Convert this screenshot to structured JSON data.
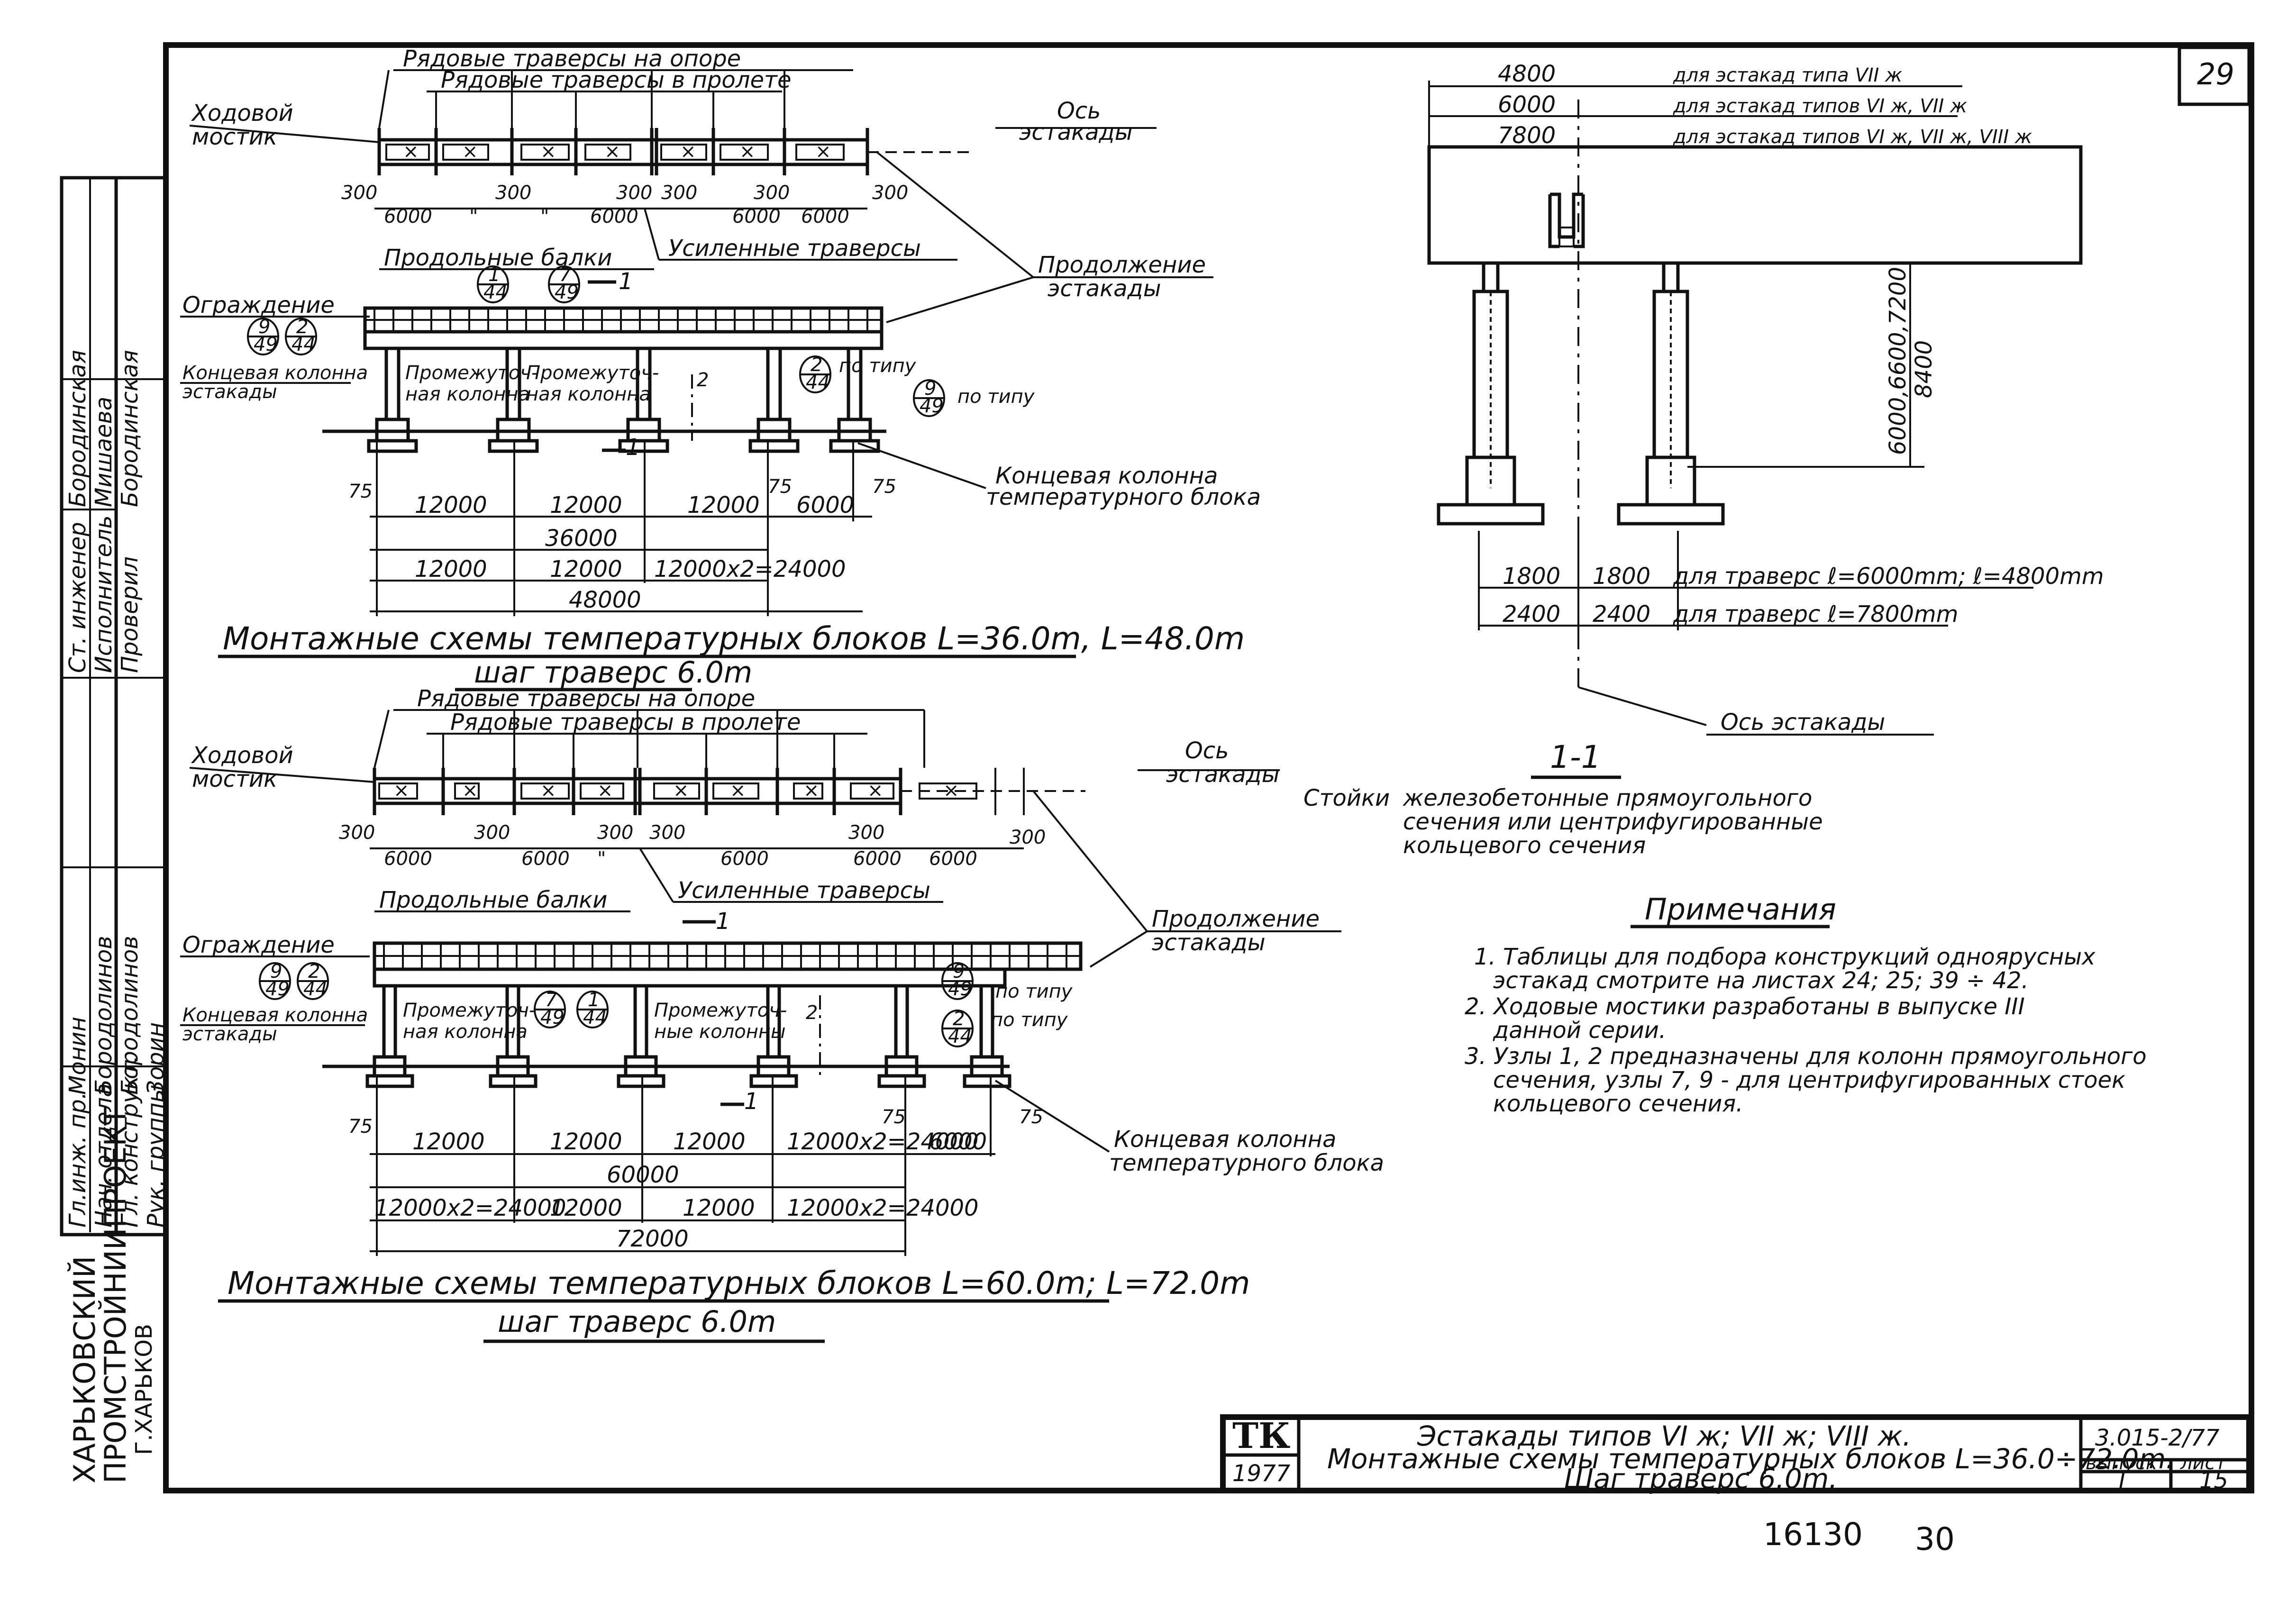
{
  "sheet": {
    "number": "29"
  },
  "side_block": {
    "org_line1": "ХАРЬКОВСКИЙ",
    "org_line2": "ПРОМСТРОЙНИИПРОЕКТ",
    "org_city": "Г.ХАРЬКОВ",
    "rows": [
      {
        "role": "Гл.инж. пр.",
        "name": "Монин"
      },
      {
        "role": "Нач. отдела",
        "name": "Бородолинов"
      },
      {
        "role": "Гл. конструкт.",
        "name": "Бородолинов"
      },
      {
        "role": "Рук. группы",
        "name": "Зорин"
      },
      {
        "role": "Ст. инженер",
        "name": "Бородинская"
      },
      {
        "role": "Исполнитель",
        "name": "Мишаева"
      },
      {
        "role": "Проверил",
        "name": "Бородинская"
      }
    ]
  },
  "diagram1": {
    "label_row_on_support": "Рядовые траверсы на опоре",
    "label_row_in_span": "Рядовые траверсы в пролете",
    "label_walkway": "Ходовой",
    "label_walkway2": "мостик",
    "label_axis": "Ось",
    "label_axis2": "эстакады",
    "label_reinforced": "Усиленные траверсы",
    "label_long_beams": "Продольные балки",
    "label_fence": "Ограждение",
    "label_continuation": "Продолжение",
    "label_continuation2": "эстакады",
    "label_end_column": "Концевая колонна",
    "label_end_column2": "эстакады",
    "label_intermediate": "Промежуточ-",
    "label_intermediate2": "ная колонна",
    "label_by_type": "по типу",
    "label_end_temp_col": "Концевая колонна",
    "label_end_temp_col2": "температурного блока",
    "dims_top": [
      "300",
      "6000",
      "300",
      "300",
      "300",
      "6000",
      "300",
      "6000",
      "300",
      "\"",
      "\""
    ],
    "dims_cols": [
      "12000",
      "12000",
      "12000",
      "6000"
    ],
    "dims_edge": [
      "75",
      "75",
      "75"
    ],
    "total_36": "36000",
    "dims_row48": [
      "12000",
      "12000",
      "12000x2=24000"
    ],
    "total_48": "48000",
    "circle_refs": [
      {
        "top": "1",
        "bottom": "44"
      },
      {
        "top": "7",
        "bottom": "49"
      },
      {
        "top": "9",
        "bottom": "49"
      },
      {
        "top": "2",
        "bottom": "44"
      },
      {
        "top": "2",
        "bottom": "44"
      },
      {
        "top": "9",
        "bottom": "49"
      }
    ],
    "section_mark": "1",
    "axis_mark": "2",
    "caption": "Монтажные схемы температурных блоков L=36.0m, L=48.0m",
    "subcaption": "шаг траверс 6.0m"
  },
  "diagram2": {
    "label_row_on_support": "Рядовые траверсы на опоре",
    "label_row_in_span": "Рядовые траверсы в пролете",
    "label_walkway": "Ходовой",
    "label_walkway2": "мостик",
    "label_axis": "Ось",
    "label_axis2": "эстакады",
    "label_reinforced": "Усиленные траверсы",
    "label_long_beams": "Продольные балки",
    "label_fence": "Ограждение",
    "label_continuation": "Продолжение",
    "label_continuation2": "эстакады",
    "label_end_column": "Концевая колонна",
    "label_end_column2": "эстакады",
    "label_intermediate": "Промежуточ-",
    "label_intermediate2": "ная колонна",
    "label_intermediate3": "ные колонны",
    "label_by_type": "по типу",
    "label_by_type2": "по типу",
    "label_end_temp_col": "Концевая колонна",
    "label_end_temp_col2": "температурного блока",
    "dims_top": [
      "300",
      "6000",
      "300",
      "6000",
      "300",
      "300",
      "6000",
      "300",
      "6000",
      "6000",
      "300",
      "\""
    ],
    "dims_cols": [
      "12000",
      "12000",
      "12000",
      "12000x2=24000",
      "6000"
    ],
    "dims_edge": [
      "75",
      "75",
      "75"
    ],
    "total_60": "60000",
    "dims_row72": [
      "12000x2=24000",
      "12000",
      "12000",
      "12000x2=24000"
    ],
    "total_72": "72000",
    "circle_refs": [
      {
        "top": "9",
        "bottom": "49"
      },
      {
        "top": "2",
        "bottom": "44"
      },
      {
        "top": "7",
        "bottom": "49"
      },
      {
        "top": "1",
        "bottom": "44"
      },
      {
        "top": "9",
        "bottom": "49"
      },
      {
        "top": "2",
        "bottom": "44"
      }
    ],
    "section_mark": "1",
    "axis_mark": "2",
    "caption": "Монтажные схемы температурных блоков L=60.0m; L=72.0m",
    "subcaption": "шаг траверс 6.0m"
  },
  "section": {
    "span_rows": [
      {
        "value": "4800",
        "text": "для эстакад типа VII ж"
      },
      {
        "value": "6000",
        "text": "для эстакад типов VI ж, VII ж"
      },
      {
        "value": "7800",
        "text": "для эстакад типов VI ж, VII ж, VIII ж"
      }
    ],
    "heights": "6000,6600,7200",
    "heights2": "8400",
    "base_rows": [
      {
        "a": "1800",
        "b": "1800",
        "text": "для траверс ℓ=6000mm; ℓ=4800mm"
      },
      {
        "a": "2400",
        "b": "2400",
        "text": "для траверс ℓ=7800mm"
      }
    ],
    "axis_label": "Ось эстакады",
    "title": "1-1",
    "posts_label": "Стойки",
    "posts_desc1": "железобетонные прямоугольного",
    "posts_desc2": "сечения или центрифугированные",
    "posts_desc3": "кольцевого сечения"
  },
  "notes": {
    "title": "Примечания",
    "lines": [
      "1. Таблицы для подбора конструкций одноярусных",
      "эстакад смотрите на листах 24; 25; 39 ÷ 42.",
      "2. Ходовые мостики разработаны в выпуске III",
      "данной серии.",
      "3. Узлы 1, 2 предназначены для колонн прямоугольного",
      "сечения, узлы 7, 9 - для центрифугированных стоек",
      "кольцевого сечения."
    ]
  },
  "title_block": {
    "logo": "ТК",
    "year": "1977",
    "line1": "Эстакады типов VI ж; VII ж; VIII ж.",
    "line2": "Монтажные схемы температурных блоков L=36.0÷72.0m.",
    "line3": "Шаг траверс 6.0m.",
    "series": "3.015-2/77",
    "issue_label": "выпуск",
    "issue": "I",
    "sheet_label": "лист",
    "sheet": "15"
  },
  "footer": {
    "inventory": "16130",
    "page": "30"
  }
}
